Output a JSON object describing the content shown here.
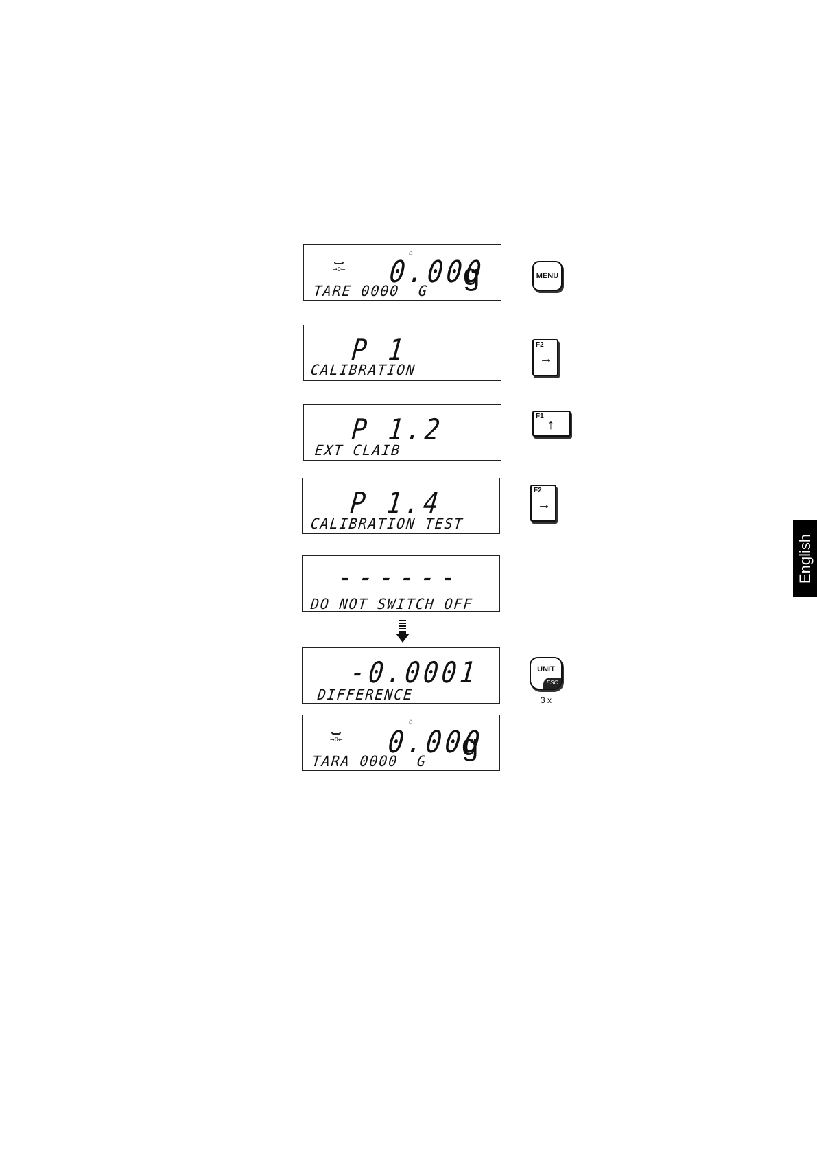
{
  "steps": [
    {
      "display_main": "0.000",
      "display_unit": "g",
      "display_sub": "TARE 0000  G",
      "key": "MENU"
    },
    {
      "display_main": "P 1",
      "display_sub": "CALIBRATION",
      "key_label": "F2",
      "key_arrow": "→"
    },
    {
      "display_main": "P 1.2",
      "display_sub": "EXT CLAIB",
      "key_label": "F1",
      "key_arrow": "↑"
    },
    {
      "display_main": "P 1.4",
      "display_sub": "CALIBRATION TEST",
      "key_label": "F2",
      "key_arrow": "→"
    },
    {
      "display_main": "------",
      "display_sub": "DO NOT SWITCH OFF"
    },
    {
      "display_main": "-0.0001",
      "display_sub": "DIFFERENCE",
      "key": "UNIT",
      "key_sub": "ESC",
      "key_note": "3 x"
    },
    {
      "display_main": "0.000",
      "display_unit": "g",
      "display_sub": "TARA 0000  G"
    }
  ],
  "zero_icon_text": "→0←",
  "language_tab": "English"
}
